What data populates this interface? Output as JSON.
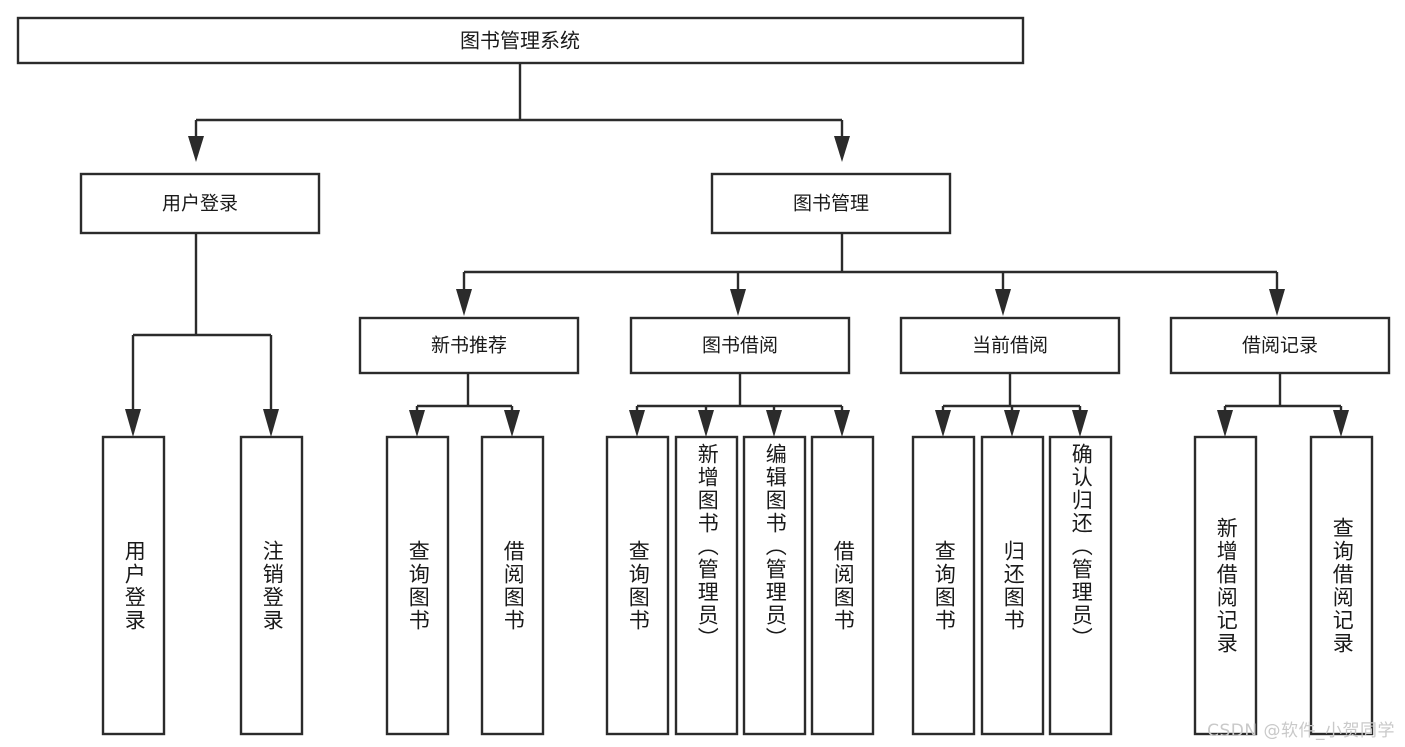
{
  "diagram": {
    "title": "图书管理系统",
    "type": "tree-hierarchy-diagram",
    "watermark": "CSDN @软件_小贺同学",
    "colors": {
      "stroke": "#2b2b2b",
      "box_fill": "#ffffff",
      "text": "#1a1a1a",
      "background": "#ffffff",
      "watermark": "#c9c9c9"
    },
    "levels": {
      "root": {
        "label": "图书管理系统"
      },
      "level2": [
        {
          "id": "user-login",
          "label": "用户登录"
        },
        {
          "id": "book-management",
          "label": "图书管理"
        }
      ],
      "level3": [
        {
          "id": "new-book-recommend",
          "label": "新书推荐"
        },
        {
          "id": "book-borrow",
          "label": "图书借阅"
        },
        {
          "id": "current-borrow",
          "label": "当前借阅"
        },
        {
          "id": "borrow-record",
          "label": "借阅记录"
        }
      ],
      "leaves": {
        "user-login": [
          {
            "id": "leaf-user-login",
            "label": "用户登录"
          },
          {
            "id": "leaf-logout",
            "label": "注销登录"
          }
        ],
        "new-book-recommend": [
          {
            "id": "leaf-query-book-1",
            "label": "查询图书"
          },
          {
            "id": "leaf-borrow-book-1",
            "label": "借阅图书"
          }
        ],
        "book-borrow": [
          {
            "id": "leaf-query-book-2",
            "label": "查询图书"
          },
          {
            "id": "leaf-add-book",
            "label": "新增图书（管理员）"
          },
          {
            "id": "leaf-edit-book",
            "label": "编辑图书（管理员）"
          },
          {
            "id": "leaf-borrow-book-2",
            "label": "借阅图书"
          }
        ],
        "current-borrow": [
          {
            "id": "leaf-query-book-3",
            "label": "查询图书"
          },
          {
            "id": "leaf-return-book",
            "label": "归还图书"
          },
          {
            "id": "leaf-confirm-return",
            "label": "确认归还（管理员）"
          }
        ],
        "borrow-record": [
          {
            "id": "leaf-add-record",
            "label": "新增借阅记录"
          },
          {
            "id": "leaf-query-record",
            "label": "查询借阅记录"
          }
        ]
      }
    }
  }
}
